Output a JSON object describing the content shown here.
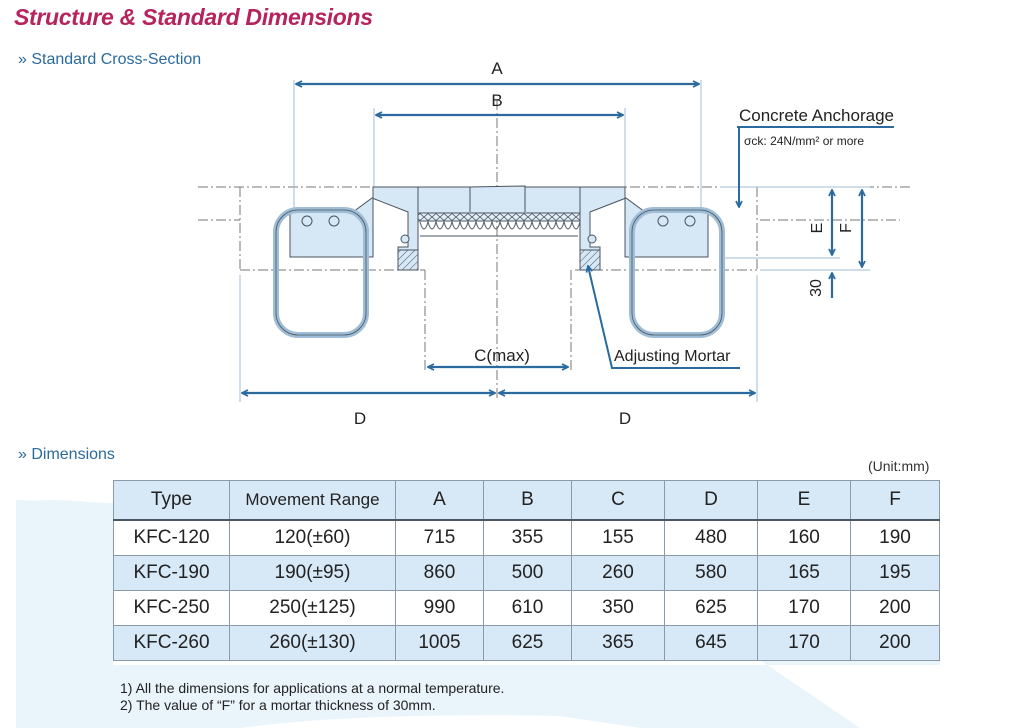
{
  "page": {
    "title": "Structure & Standard Dimensions",
    "section_cross_section": "» Standard Cross-Section",
    "section_dimensions": "» Dimensions"
  },
  "diagram": {
    "labels": {
      "A": "A",
      "B": "B",
      "C": "C(max)",
      "D_left": "D",
      "D_right": "D",
      "E": "E",
      "F": "F",
      "thirty": "30",
      "concrete_anchorage": "Concrete Anchorage",
      "concrete_spec": "σck: 24N/mm² or more",
      "adjusting_mortar": "Adjusting Mortar"
    },
    "colors": {
      "dimension_line": "#2a6a9e",
      "part_fill": "#d6e7f6",
      "outline": "#4a5560"
    }
  },
  "table": {
    "unit_label": "(Unit:mm)",
    "headers": [
      "Type",
      "Movement Range",
      "A",
      "B",
      "C",
      "D",
      "E",
      "F"
    ],
    "rows": [
      [
        "KFC-120",
        "120(±60)",
        "715",
        "355",
        "155",
        "480",
        "160",
        "190"
      ],
      [
        "KFC-190",
        "190(±95)",
        "860",
        "500",
        "260",
        "580",
        "165",
        "195"
      ],
      [
        "KFC-250",
        "250(±125)",
        "990",
        "610",
        "350",
        "625",
        "170",
        "200"
      ],
      [
        "KFC-260",
        "260(±130)",
        "1005",
        "625",
        "365",
        "645",
        "170",
        "200"
      ]
    ]
  },
  "notes": [
    "1) All the dimensions for applications at a normal temperature.",
    "2) The value of “F”  for a mortar thickness of 30mm."
  ],
  "colors": {
    "title": "#b5245e",
    "section": "#2a6a9e",
    "header_bg": "#d7e8f7",
    "band_bg": "#d7e8f7",
    "deco_bg": "#eaf4fb"
  }
}
